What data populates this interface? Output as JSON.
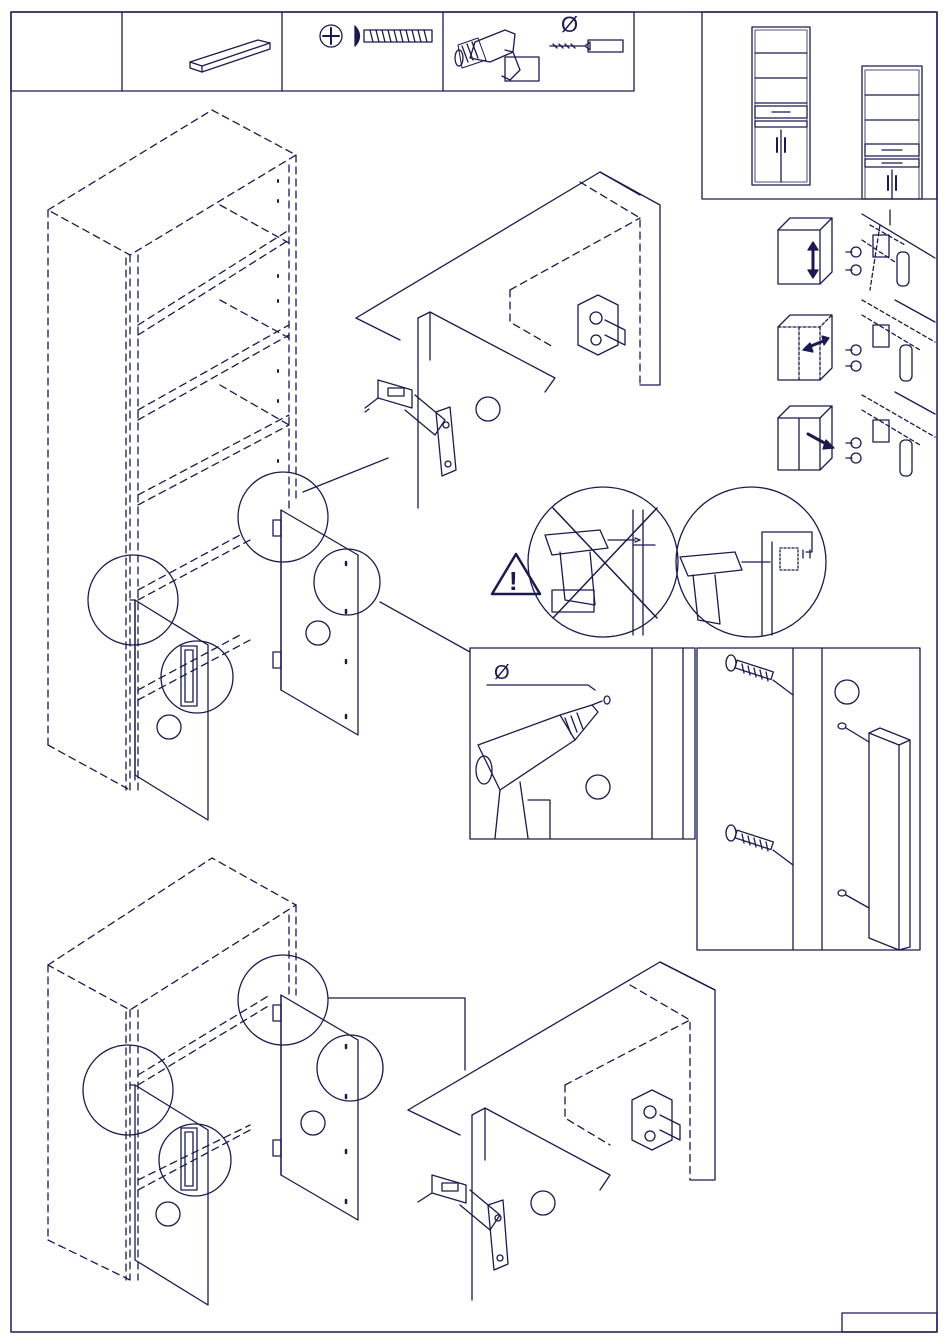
{
  "page": {
    "title": "",
    "page_number": ""
  },
  "tool_strip": {
    "cells": [
      {
        "name": "parts-qty",
        "label": ""
      },
      {
        "name": "wood-strip",
        "icon": "wooden-strip-icon",
        "label": ""
      },
      {
        "name": "screw",
        "icon": "phillips-screw-icon",
        "label": ""
      },
      {
        "name": "drill",
        "icon": "power-drill-icon",
        "label": ""
      }
    ],
    "diameter_symbol": "Ø"
  },
  "overview": {
    "models": [
      "tall-cabinet-with-drawers",
      "cabinet-with-two-drawers"
    ]
  },
  "adjustments": [
    {
      "name": "height",
      "icon": "vertical-arrow-icon"
    },
    {
      "name": "side",
      "icon": "horizontal-arrow-icon"
    },
    {
      "name": "depth",
      "icon": "diagonal-arrow-icon"
    }
  ],
  "warning": {
    "icon": "warning-triangle-icon",
    "symbol": "!"
  },
  "drill_detail": {
    "diameter_symbol": "Ø"
  },
  "colors": {
    "line": "#1a1a50",
    "paper": "#ffffff"
  }
}
